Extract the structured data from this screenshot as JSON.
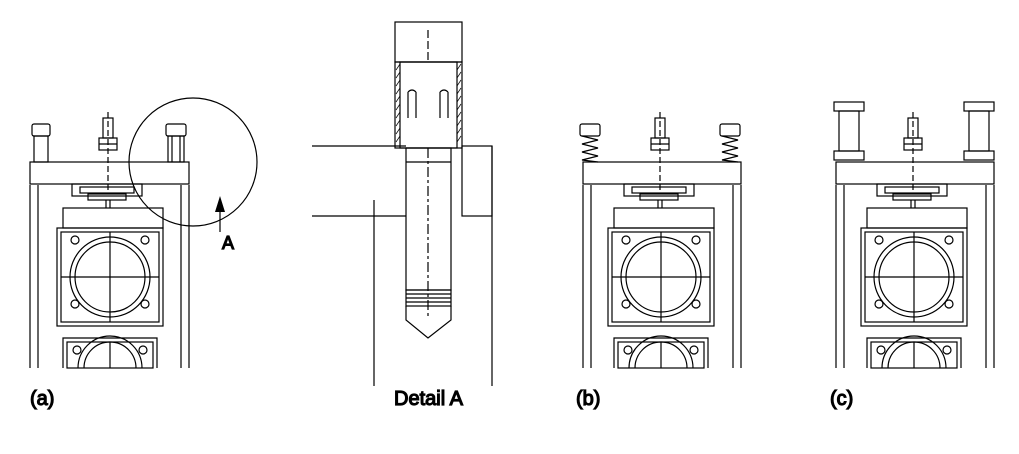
{
  "figure": {
    "panels": [
      {
        "id": "a",
        "caption": "(a)",
        "variant": "pins-plain"
      },
      {
        "id": "detail",
        "caption": "Detail A"
      },
      {
        "id": "b",
        "caption": "(b)",
        "variant": "springs"
      },
      {
        "id": "c",
        "caption": "(c)",
        "variant": "tall-posts"
      }
    ],
    "callout_label": "A",
    "colors": {
      "line": "#000000",
      "background": "#ffffff"
    }
  }
}
